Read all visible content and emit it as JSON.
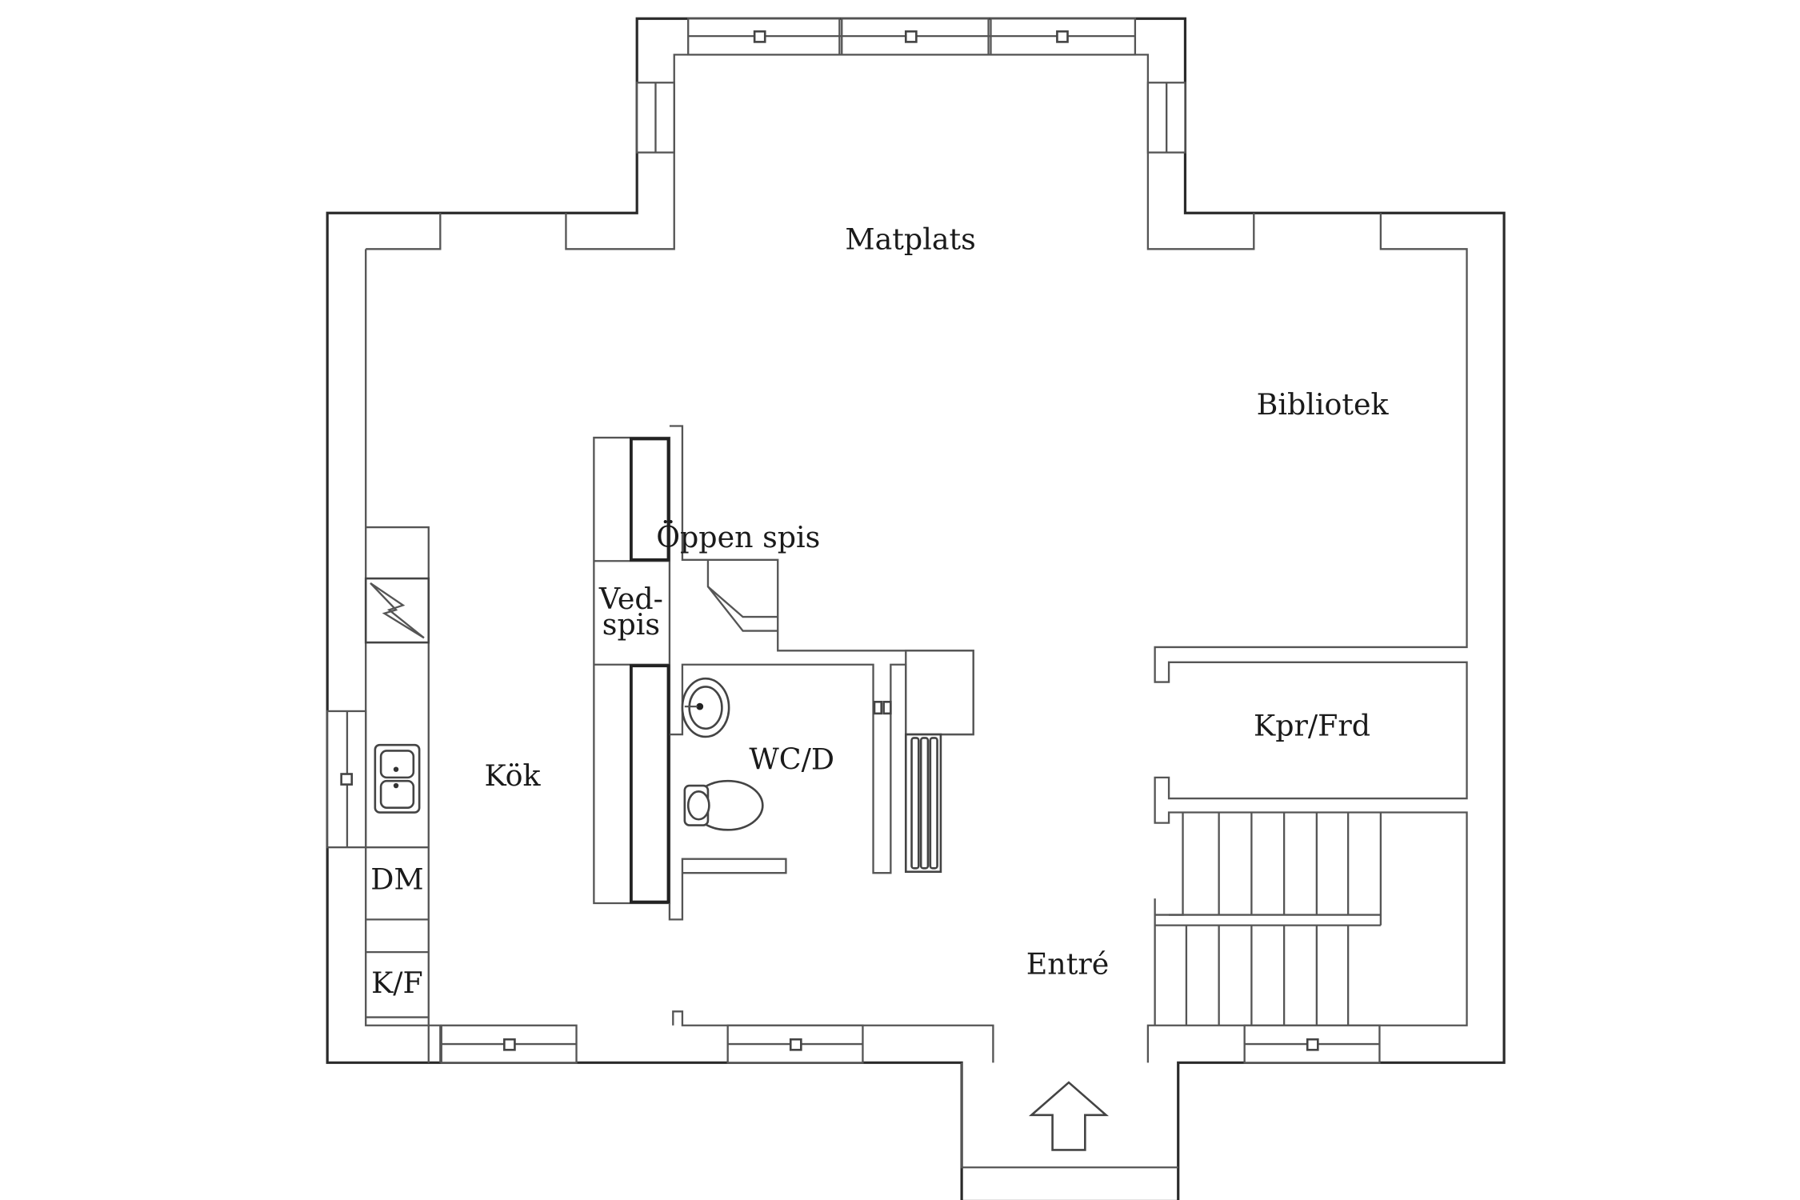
{
  "rooms": {
    "matplats": "Matplats",
    "bibliotek": "Bibliotek",
    "oppen_spis": "Öppen spis",
    "ved_spis_line1": "Ved-",
    "ved_spis_line2": "spis",
    "kok": "Kök",
    "wc_d": "WC/D",
    "kpr_frd": "Kpr/Frd",
    "dm": "DM",
    "k_f": "K/F",
    "entre": "Entré"
  },
  "icons": {
    "entrance": "entrance-arrow-icon",
    "stove": "stove-icon",
    "sink": "kitchen-sink-icon",
    "basin": "wash-basin-icon",
    "toilet": "toilet-icon",
    "radiator": "radiator-icon"
  }
}
